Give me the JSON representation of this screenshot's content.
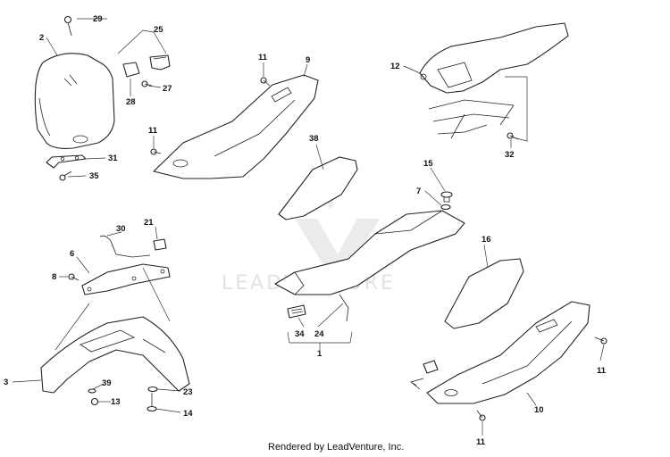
{
  "diagram": {
    "watermark": "LEADVENTURE",
    "footer": "Rendered by LeadVenture, Inc.",
    "callouts": {
      "c29": "29",
      "c2": "2",
      "c25": "25",
      "c28": "28",
      "c27": "27",
      "c31": "31",
      "c35": "35",
      "c11a": "11",
      "c9": "9",
      "c11b": "11",
      "c12": "12",
      "c32": "32",
      "c38": "38",
      "c15": "15",
      "c7": "7",
      "c30": "30",
      "c21": "21",
      "c6": "6",
      "c8": "8",
      "c16": "16",
      "c34": "34",
      "c24": "24",
      "c1": "1",
      "c3": "3",
      "c39": "39",
      "c13": "13",
      "c23": "23",
      "c14": "14",
      "c11c": "11",
      "c10": "10",
      "c11d": "11"
    }
  }
}
